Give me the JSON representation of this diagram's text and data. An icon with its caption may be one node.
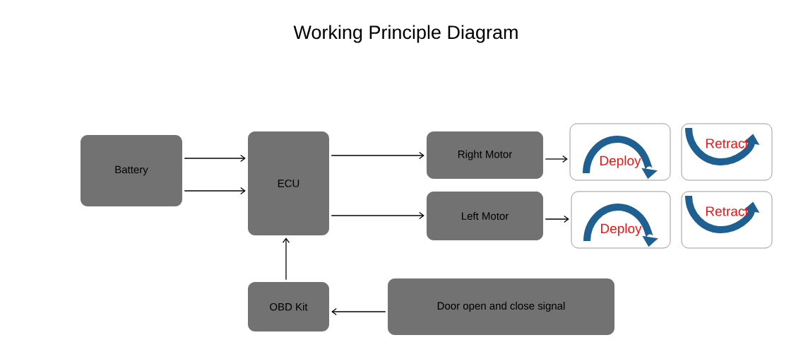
{
  "diagram": {
    "title": "Working Principle Diagram",
    "nodes": [
      {
        "text": [
          "Battery"
        ]
      },
      {
        "text": [
          "ECU"
        ]
      },
      {
        "text": [
          "Right Motor"
        ]
      },
      {
        "text": [
          "Deploy"
        ]
      },
      {
        "text": [
          "Retract"
        ]
      },
      {
        "text": [
          "Left Motor"
        ]
      },
      {
        "text": [
          "Deploy"
        ]
      },
      {
        "text": [
          "Retract"
        ]
      },
      {
        "text": [
          "OBD Kit"
        ]
      },
      {
        "text": [
          "Door open and close signal"
        ]
      }
    ],
    "edges": [
      {
        "from": 0,
        "to": 1,
        "arrow": "to"
      },
      {
        "from": 0,
        "to": 1,
        "arrow": "to"
      },
      {
        "from": 1,
        "to": 2,
        "arrow": "to"
      },
      {
        "from": 1,
        "to": 5,
        "arrow": "to"
      },
      {
        "from": 2,
        "to": 3,
        "arrow": "to"
      },
      {
        "from": 5,
        "to": 6,
        "arrow": "to"
      },
      {
        "from": 8,
        "to": 1,
        "arrow": "to"
      },
      {
        "from": 9,
        "to": 8,
        "arrow": "to"
      }
    ]
  }
}
